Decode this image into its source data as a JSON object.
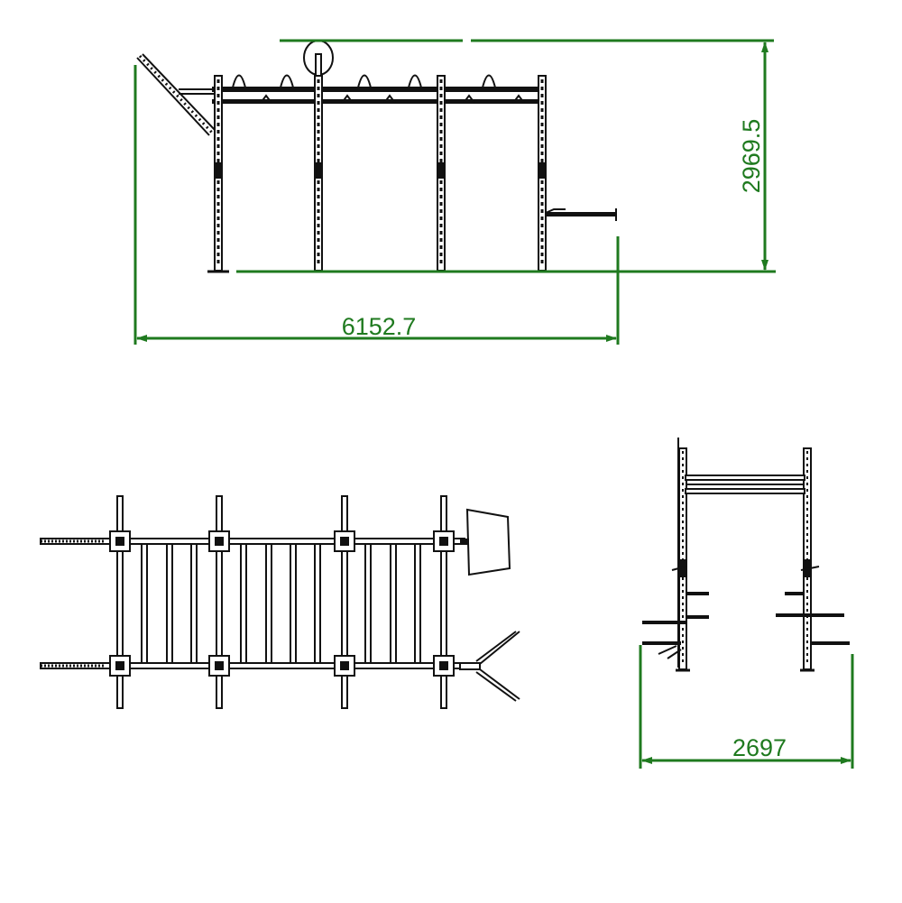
{
  "dimensions": {
    "front_height": "2969.5",
    "front_length": "6152.7",
    "side_width": "2697"
  },
  "colors": {
    "dimension": "#1f7a1f",
    "structure": "#111111"
  }
}
